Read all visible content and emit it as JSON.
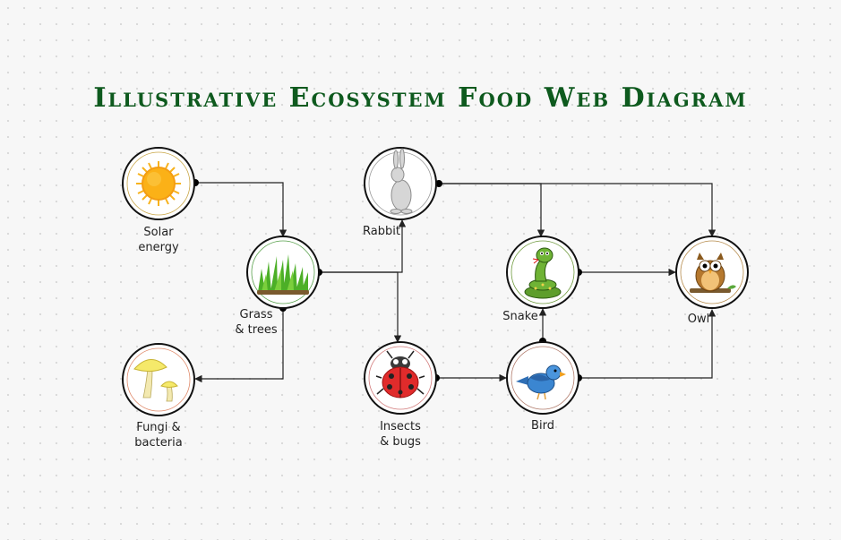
{
  "title": "Illustrative Ecosystem Food Web Diagram",
  "nodes": {
    "solar": {
      "label": "Solar\nenergy",
      "icon": "sun-icon"
    },
    "grass": {
      "label": "Grass\n& trees",
      "icon": "grass-icon"
    },
    "fungi": {
      "label": "Fungi &\nbacteria",
      "icon": "mushroom-icon"
    },
    "rabbit": {
      "label": "Rabbit",
      "icon": "rabbit-icon"
    },
    "insects": {
      "label": "Insects\n& bugs",
      "icon": "ladybug-icon"
    },
    "snake": {
      "label": "Snake",
      "icon": "snake-icon"
    },
    "bird": {
      "label": "Bird",
      "icon": "bird-icon"
    },
    "owl": {
      "label": "Owl",
      "icon": "owl-icon"
    }
  },
  "edges": [
    {
      "from": "solar",
      "to": "grass"
    },
    {
      "from": "grass",
      "to": "rabbit"
    },
    {
      "from": "grass",
      "to": "insects"
    },
    {
      "from": "grass",
      "to": "fungi"
    },
    {
      "from": "rabbit",
      "to": "snake"
    },
    {
      "from": "rabbit",
      "to": "owl"
    },
    {
      "from": "insects",
      "to": "bird"
    },
    {
      "from": "bird",
      "to": "snake"
    },
    {
      "from": "bird",
      "to": "owl"
    },
    {
      "from": "snake",
      "to": "owl"
    }
  ],
  "colors": {
    "title": "#0e5a1e",
    "line": "#222222",
    "node_ring": "#111111"
  }
}
